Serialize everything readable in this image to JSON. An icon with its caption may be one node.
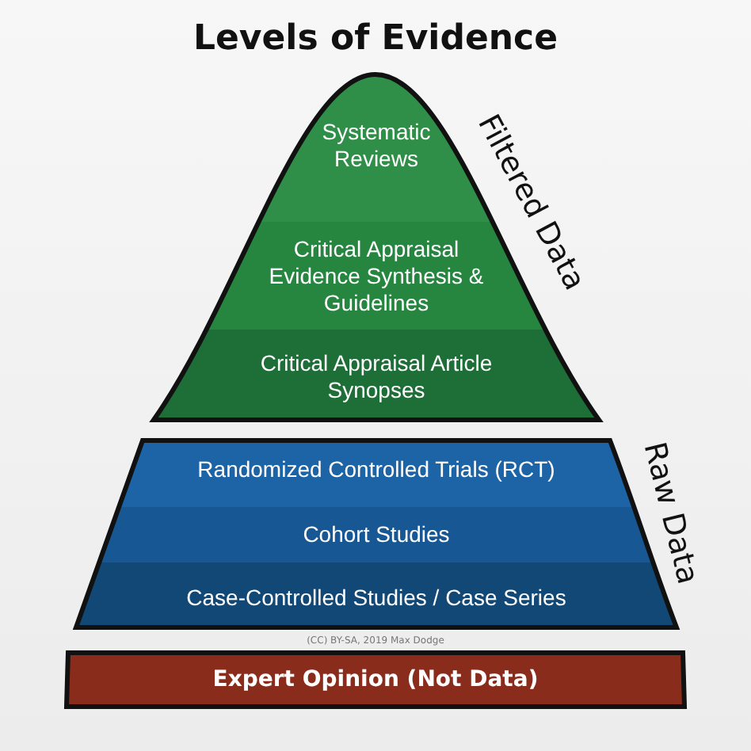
{
  "diagram": {
    "title": "Levels of Evidence",
    "nodes": [
      {
        "text": [
          "Filtered Data"
        ]
      },
      {
        "text": [
          "Systematic Reviews"
        ],
        "in": 0
      },
      {
        "text": [
          "Critical Appraisal Evidence Synthesis & Guidelines"
        ],
        "in": 0
      },
      {
        "text": [
          "Critical Appraisal Article Synopses"
        ],
        "in": 0
      },
      {
        "text": [
          "Raw Data"
        ]
      },
      {
        "text": [
          "Randomized Controlled Trials (RCT)"
        ],
        "in": 4
      },
      {
        "text": [
          "Cohort Studies"
        ],
        "in": 4
      },
      {
        "text": [
          "Case-Controlled Studies / Case Series"
        ],
        "in": 4
      },
      {
        "text": [
          "Expert Opinion (Not Data)"
        ]
      }
    ],
    "labels": [
      "(CC) BY-SA, 2019 Max Dodge"
    ]
  }
}
